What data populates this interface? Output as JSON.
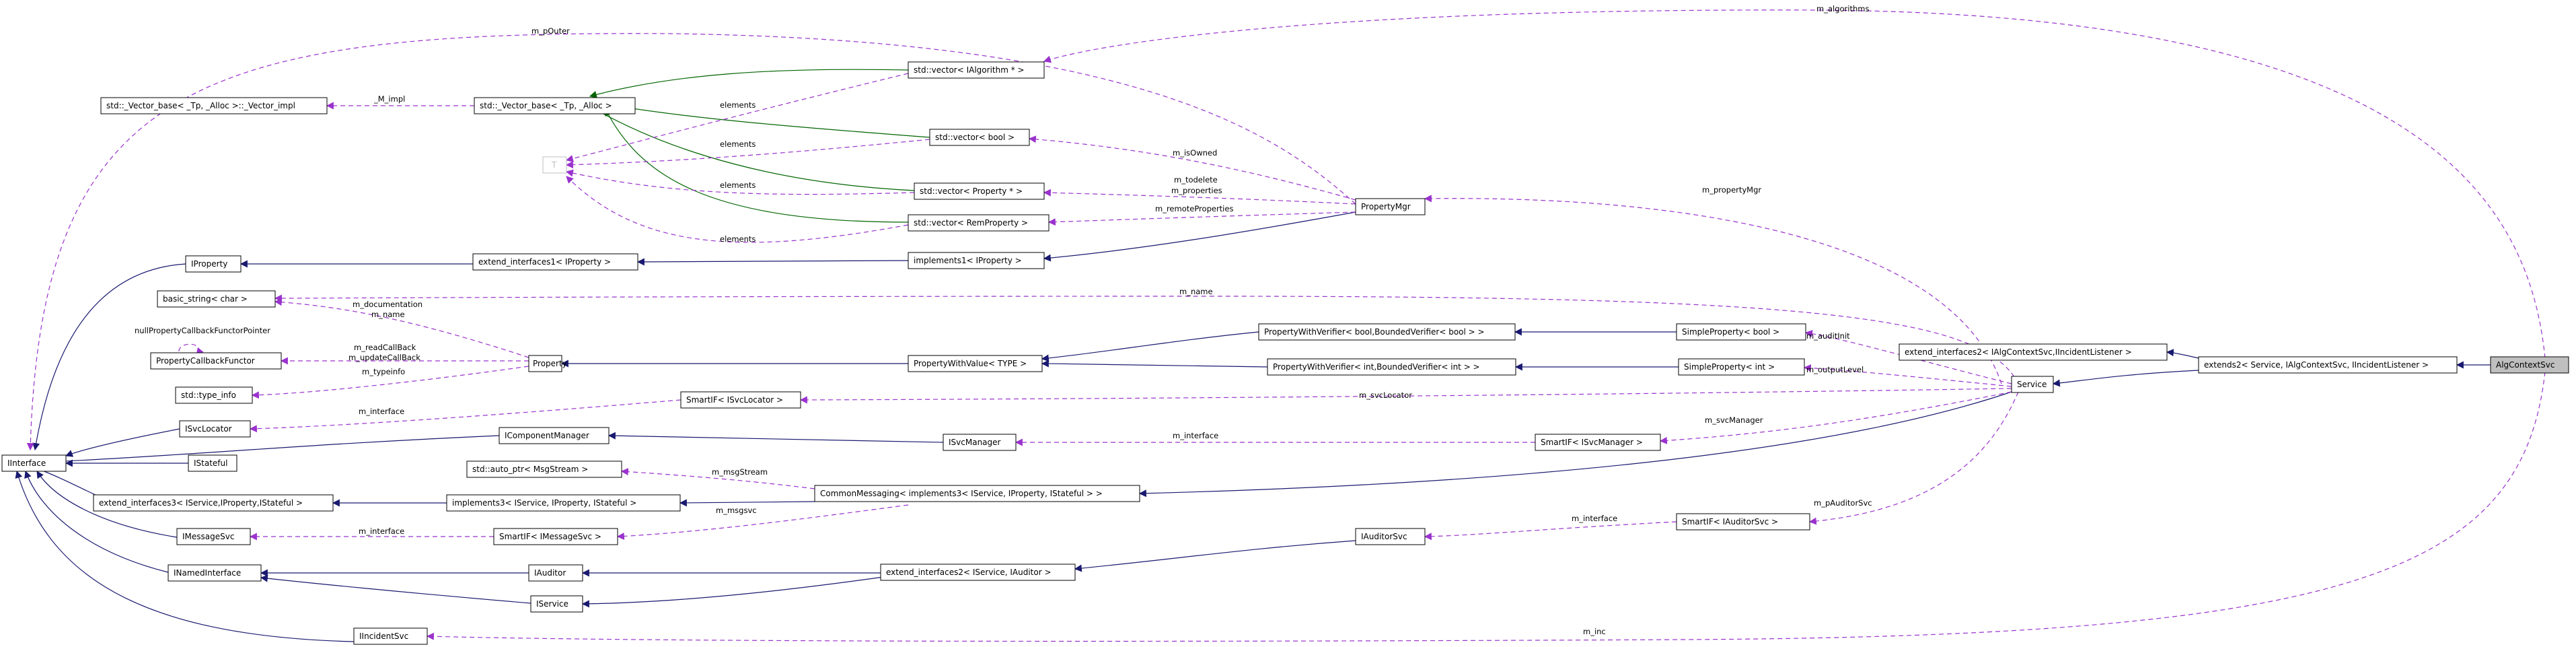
{
  "nodes": {
    "alg_context_svc": "AlgContextSvc",
    "extends2": "extends2< Service, IAlgContextSvc, IIncidentListener >",
    "extend_interfaces2_algctx": "extend_interfaces2< IAlgContextSvc,IIncidentListener >",
    "service": "Service",
    "simple_property_bool": "SimpleProperty< bool >",
    "simple_property_int": "SimpleProperty< int >",
    "pwv_bool": "PropertyWithVerifier< bool,BoundedVerifier< bool > >",
    "pwv_int": "PropertyWithVerifier< int,BoundedVerifier< int > >",
    "pwv_type": "PropertyWithValue< TYPE >",
    "property": "Property",
    "basic_string": "basic_string< char >",
    "property_callback_functor": "PropertyCallbackFunctor",
    "type_info": "std::type_info",
    "interface": "IInterface",
    "iproperty": "IProperty",
    "extend_interfaces1": "extend_interfaces1< IProperty >",
    "implements1": "implements1< IProperty >",
    "property_mgr": "PropertyMgr",
    "vector_ialgorithm": "std::vector< IAlgorithm * >",
    "vector_bool": "std::vector< bool >",
    "vector_property": "std::vector< Property * >",
    "vector_remprop": "std::vector< RemProperty >",
    "vector_base": "std::_Vector_base< _Tp, _Alloc >",
    "vector_impl": "std::_Vector_base< _Tp, _Alloc >::_Vector_impl",
    "t": "T",
    "smartif_svclocator": "SmartIF< ISvcLocator >",
    "isvclocator": "ISvcLocator",
    "icomponentmanager": "IComponentManager",
    "isvcmanager": "ISvcManager",
    "smartif_svcmanager": "SmartIF< ISvcManager >",
    "istateful": "IStateful",
    "auto_ptr": "std::auto_ptr< MsgStream >",
    "extend_interfaces3": "extend_interfaces3< IService,IProperty,IStateful >",
    "implements3": "implements3< IService, IProperty, IStateful >",
    "common_messaging": "CommonMessaging< implements3< IService, IProperty, IStateful > >",
    "imessagesvc": "IMessageSvc",
    "smartif_messagesvc": "SmartIF< IMessageSvc >",
    "iauditorsvc": "IAuditorSvc",
    "smartif_auditorsvc": "SmartIF< IAuditorSvc >",
    "inamedinterface": "INamedInterface",
    "iauditor": "IAuditor",
    "extend_interfaces2_iservice": "extend_interfaces2< IService, IAuditor >",
    "iservice": "IService",
    "iincidentsvc": "IIncidentSvc"
  },
  "edge_labels": {
    "m_algorithms": "m_algorithms",
    "m_pOuter": "m_pOuter",
    "m_impl": "_M_impl",
    "elements": "elements",
    "m_isOwned": "m_isOwned",
    "m_todelete": "m_todelete",
    "m_properties": "m_properties",
    "m_remoteProperties": "m_remoteProperties",
    "m_propertyMgr": "m_propertyMgr",
    "m_name": "m_name",
    "m_documentation": "m_documentation",
    "null_pointer": "nullPropertyCallbackFunctorPointer",
    "m_readCallBack": "m_readCallBack",
    "m_updateCallBack": "m_updateCallBack",
    "m_typeinfo": "m_typeinfo",
    "m_interface": "m_interface",
    "m_auditInit": "m_auditInit",
    "m_outputLevel": "m_outputLevel",
    "m_svcLocator": "m_svcLocator",
    "m_svcManager": "m_svcManager",
    "m_msgStream": "m_msgStream",
    "m_msgsvc": "m_msgsvc",
    "m_pAuditorSvc": "m_pAuditorSvc",
    "m_inc": "m_inc"
  },
  "colors": {
    "inheritance": "#191970",
    "template_inheritance": "#006400",
    "usage": "#9a32cd",
    "root_fill": "#bfbfbf"
  }
}
